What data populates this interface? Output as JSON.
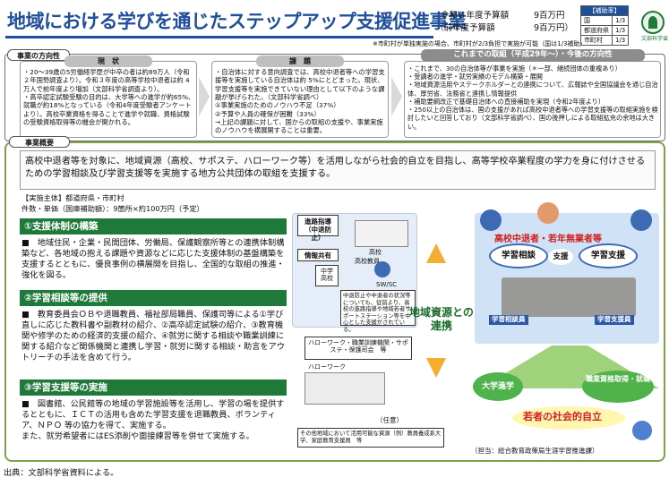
{
  "header": {
    "title": "地域における学びを通じたステップアップ支援促進事業",
    "budget_current_label": "令和６年度予算額",
    "budget_current_value": "9百万円",
    "budget_previous_label": "（前年度予算額",
    "budget_previous_value": "9百万円）",
    "subsidy_note": "※市町村が単独実施の場合、市町村が2/3負担で実施が可能（国は1/3補助）"
  },
  "subsidy_table": {
    "header": "【補助率】",
    "rows": [
      {
        "label": "国",
        "value": "1/3"
      },
      {
        "label": "都道府県",
        "value": "1/3"
      },
      {
        "label": "市町村",
        "value": "1/3"
      }
    ]
  },
  "logo": {
    "text": "文部科学省"
  },
  "direction": {
    "tab": "事業の方向性",
    "status_tab": "現　状",
    "status_text": "・20～39歳の5労働経学歴が中卒の者は約89万人（令和２年国勢調査より）。令和３年度の高等学校中退者は約 4万人で前年度より増加（文部科学省調査より）。\n・高卒認定試験受験の目的は、大学等への進学が約65%、就職が約18%となっている（令和4年度受験者アンケートより）。高校卒業資格を得ることで進学や就職、資格試験の受験資格取得等の機会が開かれる。",
    "issue_tab": "課　題",
    "issue_text": "・自治体に対する意向調査では、高校中退者等への学習支援等を実施している自治体は約 5%にとどまった。現状、学習支援等を実施できていない理由として以下のような課題が挙げられた。（文部科学省調べ）\n①事業実施のためのノウハウ不足（37%）\n②予算や人員の確保が困難（33%）\n→上記の課題に対して、国からの取組の支援や、事業実施のノウハウを横展開することは重要。",
    "effort_tab": "これまでの取組（平成29年～）・今後の方向性",
    "effort_text": "・これまで、30の自治体等が事業を実施（＊一部、継続団体の重複あり）\n・受講者の進学・就労実績のモデル構築・展開\n・地域資源活用やステークホルダーとの連携について、広報誌や全国協議会を通じ自治体、厚労省、法務省と連携し情報提供\n・補助要綱改正で基礎自治体への直接補助を実現（令和2年度より）\n・250以上の自治体は、国の支援があれば高校中退者等への学習支援等の取組実施を検討したいと回答しており（文部科学省調べ）、国の後押しによる取組拡充の余地は大きい。"
  },
  "overview": {
    "tab": "事業概要",
    "summary": "高校中退者等を対象に、地域資源（高校、サポステ、ハローワーク等）を活用しながら社会的自立を目指し、高等学校卒業程度の学力を身に付けさせるための学習相談及び学習支援等を実施する地方公共団体の取組を支援する。",
    "implementer": "【実施主体】都道府県・市町村",
    "count_label": "件数・単価（国庫補助額）：9箇所×約100万円（予定）"
  },
  "sections": [
    {
      "heading": "①支援体制の構築",
      "text": "■　地域住民・企業・民間団体、労働局、保護観察所等との連携体制構築など、各地域の抱える課題や資源などに応じた支援体制の基盤構築を支援するとともに、優良事例の横展開を目指し、全国的な取組の推進・強化を図る。"
    },
    {
      "heading": "②学習相談等の提供",
      "text": "■　教育委員会ＯＢや退職教員、福祉部局職員、保護司等による①学び直しに応じた教科書や副教材の紹介、②高卒認定試験の紹介、③教育機関や修学のための経済的支援の紹介、④就労に関する相談や職業訓練に関する紹介など関係機関と連携し学習・就労に関する相談・助言をアウトリーチの手法を含めて行う。"
    },
    {
      "heading": "③学習支援等の実施",
      "text": "■　図書館、公民館等の地域の学習施設等を活用し、学習の場を提供するとともに、ＩＣＴの活用も含めた学習支援を退職教員、ボランティア、ＮＰＯ 等の協力を得て、実施する。\nまた、就労希望者にはES添削や面接練習等を併せて実施する。"
    }
  ],
  "diagram": {
    "guidance_label": "進路指導（中退防止）",
    "info_label": "情報共有",
    "high_school": "高校",
    "junior_high": "中学\n高校",
    "teacher_label": "高校教員",
    "sw_label": "SW/SC",
    "prevention_note": "中退防止や中退者の状況等についても、従前より、高校の進路指導や地域若者サポートステーション等を中心とした支援がされている。",
    "hellowork_note": "ハローワーク・職業訓練機関・サポステ・保護司会　等",
    "hellowork_label": "ハローワーク",
    "optional_label": "（任意）",
    "cooperation_note": "その他地域において活用可能な資源（例）教員養成系大学、家庭教育支援員　等",
    "center_label": "地域資源との連携",
    "target_label": "高校中退者・若年無業者等",
    "consult_label": "学習相談",
    "support_label": "支援",
    "study_support_label": "学習支援",
    "consult_staff": "学習相談員",
    "support_staff": "学習支援員",
    "univ_label": "大学進学",
    "job_label": "職業資格取得・就職",
    "independence_label": "若者の社会的自立",
    "responsible": "（担当：総合教育政策局生涯学習推進課）"
  },
  "footer": {
    "source": "出典：文部科学省資料による。"
  }
}
